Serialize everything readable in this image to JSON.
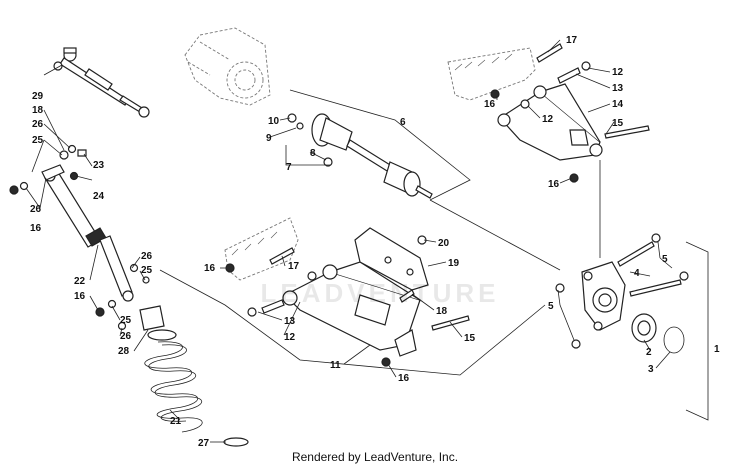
{
  "watermark": {
    "text": "LEADVENTURE"
  },
  "footer": {
    "text": "Rendered by LeadVenture, Inc."
  },
  "callouts": [
    {
      "id": "c29a",
      "text": "29"
    },
    {
      "id": "c18a",
      "text": "18"
    },
    {
      "id": "c26a",
      "text": "26"
    },
    {
      "id": "c25a",
      "text": "25"
    },
    {
      "id": "c23",
      "text": "23"
    },
    {
      "id": "c24",
      "text": "24"
    },
    {
      "id": "c26b",
      "text": "26"
    },
    {
      "id": "c16a",
      "text": "16"
    },
    {
      "id": "c22",
      "text": "22"
    },
    {
      "id": "c26c",
      "text": "26"
    },
    {
      "id": "c25b",
      "text": "25"
    },
    {
      "id": "c16b",
      "text": "16"
    },
    {
      "id": "c25c",
      "text": "25"
    },
    {
      "id": "c26d",
      "text": "26"
    },
    {
      "id": "c28",
      "text": "28"
    },
    {
      "id": "c21",
      "text": "21"
    },
    {
      "id": "c27",
      "text": "27"
    },
    {
      "id": "c10",
      "text": "10"
    },
    {
      "id": "c9",
      "text": "9"
    },
    {
      "id": "c8",
      "text": "8"
    },
    {
      "id": "c7",
      "text": "7"
    },
    {
      "id": "c6",
      "text": "6"
    },
    {
      "id": "c17a",
      "text": "17"
    },
    {
      "id": "c12a",
      "text": "12"
    },
    {
      "id": "c13a",
      "text": "13"
    },
    {
      "id": "c16c",
      "text": "16"
    },
    {
      "id": "c12b",
      "text": "12"
    },
    {
      "id": "c14",
      "text": "14"
    },
    {
      "id": "c15a",
      "text": "15"
    },
    {
      "id": "c16d",
      "text": "16"
    },
    {
      "id": "c20",
      "text": "20"
    },
    {
      "id": "c19",
      "text": "19"
    },
    {
      "id": "c16e",
      "text": "16"
    },
    {
      "id": "c17b",
      "text": "17"
    },
    {
      "id": "c13b",
      "text": "13"
    },
    {
      "id": "c12c",
      "text": "12"
    },
    {
      "id": "c18b",
      "text": "18"
    },
    {
      "id": "c15b",
      "text": "15"
    },
    {
      "id": "c11",
      "text": "11"
    },
    {
      "id": "c16f",
      "text": "16"
    },
    {
      "id": "c5a",
      "text": "5"
    },
    {
      "id": "c4",
      "text": "4"
    },
    {
      "id": "c5b",
      "text": "5"
    },
    {
      "id": "c2",
      "text": "2"
    },
    {
      "id": "c3",
      "text": "3"
    },
    {
      "id": "c1",
      "text": "1"
    }
  ]
}
